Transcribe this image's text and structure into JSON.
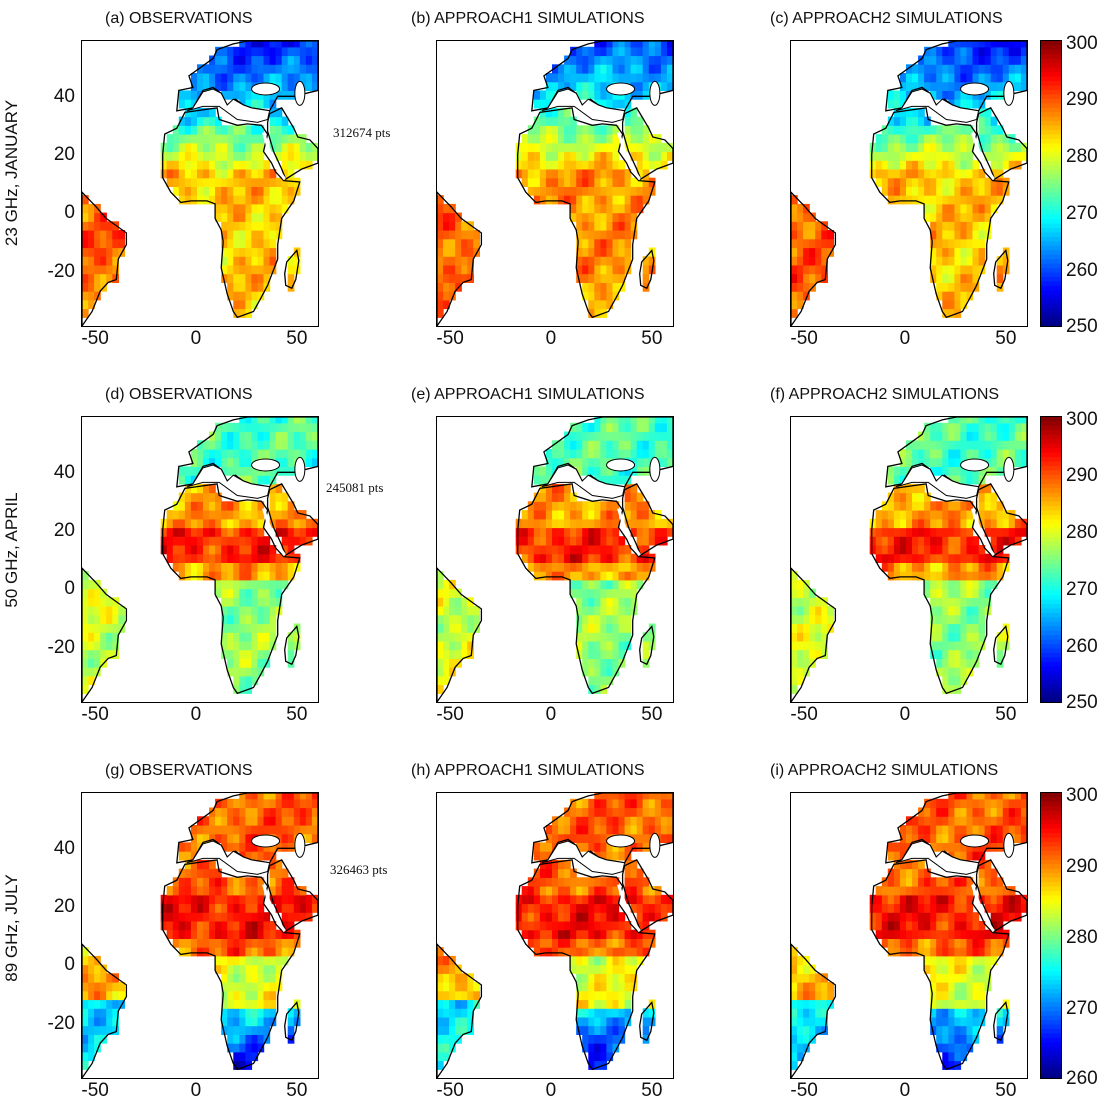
{
  "figure": {
    "rows": [
      {
        "label": "23 GHz, JANUARY",
        "points": "312674 pts",
        "titles": [
          "(a) OBSERVATIONS",
          "(b) APPROACH1 SIMULATIONS",
          "(c) APPROACH2 SIMULATIONS"
        ],
        "colorbar_ticks": [
          "300",
          "290",
          "280",
          "270",
          "260",
          "250"
        ]
      },
      {
        "label": "50 GHz, APRIL",
        "points": "245081 pts",
        "titles": [
          "(d) OBSERVATIONS",
          "(e) APPROACH1 SIMULATIONS",
          "(f) APPROACH2 SIMULATIONS"
        ],
        "colorbar_ticks": [
          "300",
          "290",
          "280",
          "270",
          "260",
          "250"
        ]
      },
      {
        "label": "89 GHz, JULY",
        "points": "326463 pts",
        "titles": [
          "(g) OBSERVATIONS",
          "(h) APPROACH1 SIMULATIONS",
          "(i) APPROACH2 SIMULATIONS"
        ],
        "colorbar_ticks": [
          "300",
          "290",
          "280",
          "270",
          "260"
        ]
      }
    ],
    "y_ticks": [
      "40",
      "20",
      "0",
      "-20"
    ],
    "x_ticks": [
      "-50",
      "0",
      "50"
    ]
  },
  "chart_data": [
    {
      "type": "heatmap",
      "title": "(a) OBSERVATIONS",
      "xlim": [
        -57,
        60
      ],
      "ylim": [
        -38,
        60
      ],
      "clim": [
        250,
        300
      ],
      "colormap": "jet",
      "description_values": "brightness temperature map over Africa/Europe/S.America"
    },
    {
      "type": "heatmap",
      "title": "(b) APPROACH1 SIMULATIONS",
      "xlim": [
        -57,
        60
      ],
      "ylim": [
        -38,
        60
      ],
      "clim": [
        250,
        300
      ],
      "colormap": "jet"
    },
    {
      "type": "heatmap",
      "title": "(c) APPROACH2 SIMULATIONS",
      "xlim": [
        -57,
        60
      ],
      "ylim": [
        -38,
        60
      ],
      "clim": [
        250,
        300
      ],
      "colormap": "jet"
    },
    {
      "type": "heatmap",
      "title": "(d) OBSERVATIONS",
      "xlim": [
        -57,
        60
      ],
      "ylim": [
        -38,
        60
      ],
      "clim": [
        250,
        300
      ],
      "colormap": "jet"
    },
    {
      "type": "heatmap",
      "title": "(e) APPROACH1 SIMULATIONS",
      "xlim": [
        -57,
        60
      ],
      "ylim": [
        -38,
        60
      ],
      "clim": [
        250,
        300
      ],
      "colormap": "jet"
    },
    {
      "type": "heatmap",
      "title": "(f) APPROACH2 SIMULATIONS",
      "xlim": [
        -57,
        60
      ],
      "ylim": [
        -38,
        60
      ],
      "clim": [
        250,
        300
      ],
      "colormap": "jet"
    },
    {
      "type": "heatmap",
      "title": "(g) OBSERVATIONS",
      "xlim": [
        -57,
        60
      ],
      "ylim": [
        -38,
        60
      ],
      "clim": [
        260,
        300
      ],
      "colormap": "jet"
    },
    {
      "type": "heatmap",
      "title": "(h) APPROACH1 SIMULATIONS",
      "xlim": [
        -57,
        60
      ],
      "ylim": [
        -38,
        60
      ],
      "clim": [
        260,
        300
      ],
      "colormap": "jet"
    },
    {
      "type": "heatmap",
      "title": "(i) APPROACH2 SIMULATIONS",
      "xlim": [
        -57,
        60
      ],
      "ylim": [
        -38,
        60
      ],
      "clim": [
        260,
        300
      ],
      "colormap": "jet"
    }
  ],
  "colors": {
    "jet_low": "#00008f",
    "jet_mid": "#7fff7f",
    "jet_high": "#800000"
  }
}
